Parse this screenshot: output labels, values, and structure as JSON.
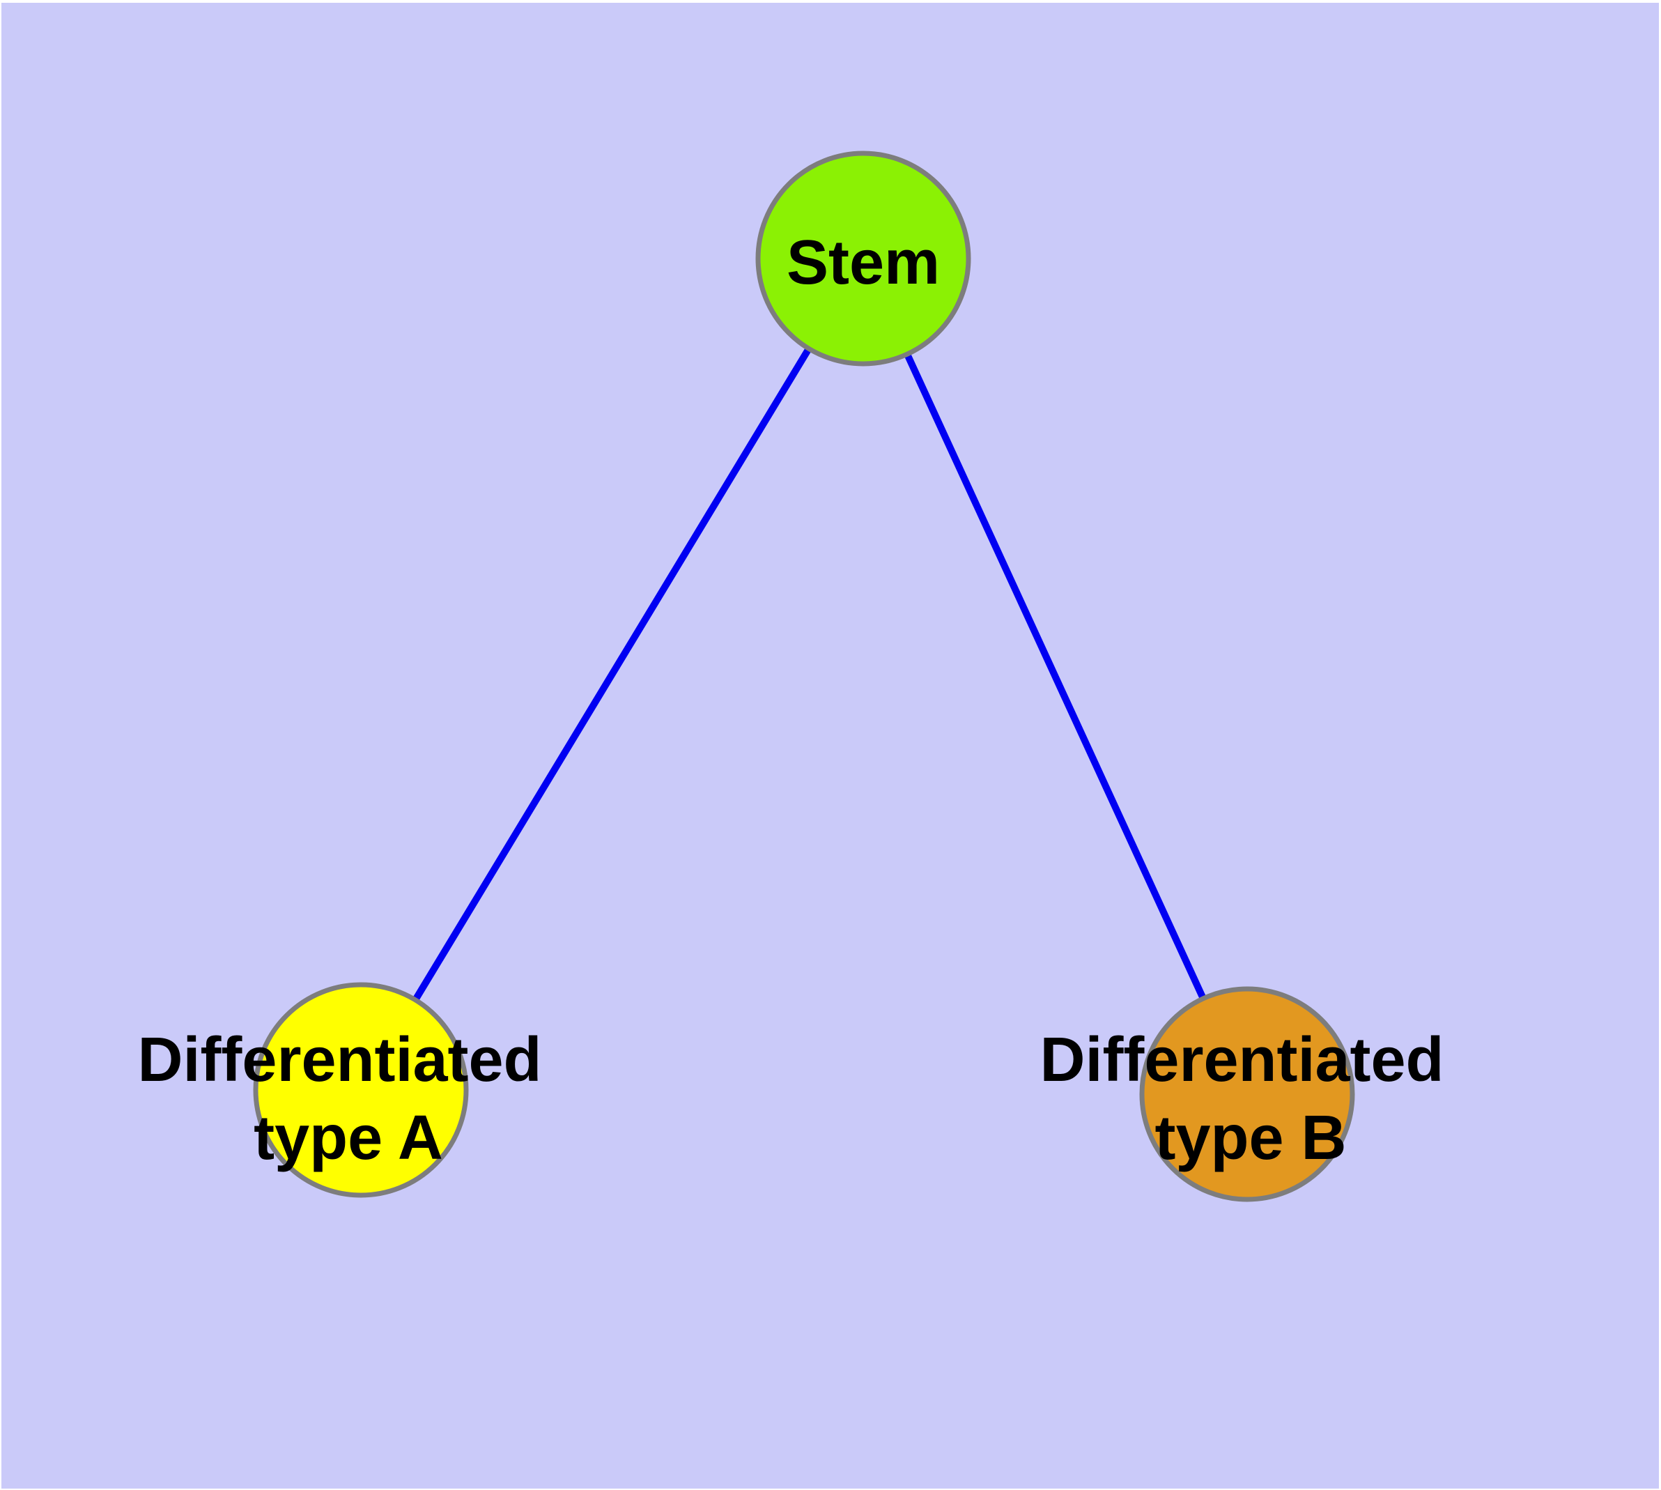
{
  "diagram": {
    "background_color": "#cacaf9",
    "page_border_color": "#ffffff",
    "edge_color": "#0000f2",
    "node_border_color": "#7d7d7d",
    "text_color": "#000000",
    "nodes": {
      "stem": {
        "label": "Stem",
        "fill": "#8bf104"
      },
      "type_a": {
        "label_line1": "Differentiated",
        "label_line2": "type A",
        "fill": "#ffff00"
      },
      "type_b": {
        "label_line1": "Differentiated",
        "label_line2": "type B",
        "fill": "#e29820"
      }
    },
    "edges": [
      {
        "from": "Stem",
        "to": "Differentiated type A"
      },
      {
        "from": "Stem",
        "to": "Differentiated type B"
      }
    ]
  }
}
